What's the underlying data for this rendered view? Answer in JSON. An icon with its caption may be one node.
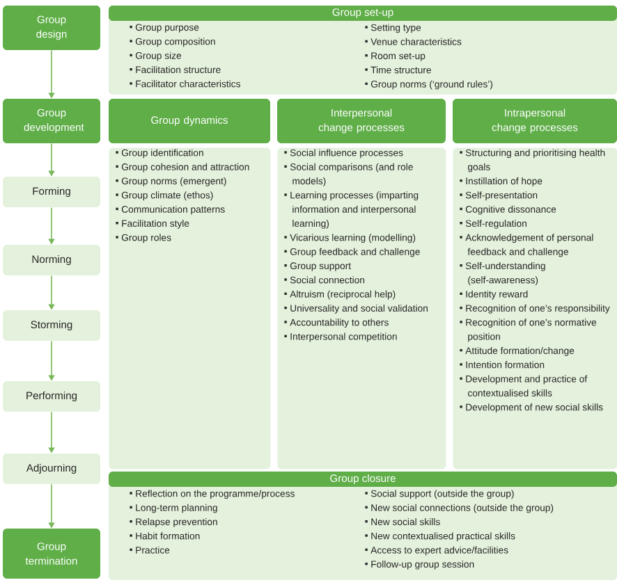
{
  "diagram": {
    "nodes": [
      {
        "text": [
          "Group design"
        ]
      },
      {
        "text": [
          "Group development"
        ]
      },
      {
        "text": [
          "Forming"
        ]
      },
      {
        "text": [
          "Norming"
        ]
      },
      {
        "text": [
          "Storming"
        ]
      },
      {
        "text": [
          "Performing"
        ]
      },
      {
        "text": [
          "Adjourning"
        ]
      },
      {
        "text": [
          "Group termination"
        ]
      },
      {
        "text": [
          "Group set-up",
          "Group purpose",
          "Group composition",
          "Group size",
          "Facilitation structure",
          "Facilitator characteristics",
          "Setting type",
          "Venue characteristics",
          "Room set-up",
          "Time structure",
          "Group norms (‘ground rules’)"
        ]
      },
      {
        "text": [
          "Group dynamics"
        ]
      },
      {
        "text": [
          "Interpersonal change processes"
        ]
      },
      {
        "text": [
          "Intrapersonal change processes"
        ]
      },
      {
        "text": [
          "Group identification",
          "Group cohesion and attraction",
          "Group norms (emergent)",
          "Group climate (ethos)",
          "Communication patterns",
          "Facilitation style",
          "Group roles"
        ]
      },
      {
        "text": [
          "Social influence processes",
          "Social comparisons (and role models)",
          "Learning processes (imparting information and interpersonal learning)",
          "Vicarious learning (modelling)",
          "Group feedback and challenge",
          "Group support",
          "Social connection",
          "Altruism (reciprocal help)",
          "Universality and social validation",
          "Accountability to others",
          "Interpersonal competition"
        ]
      },
      {
        "text": [
          "Structuring and prioritising health goals",
          "Instillation of hope",
          "Self-presentation",
          "Cognitive dissonance",
          "Self-regulation",
          "Acknowledgement of personal feedback and challenge",
          "Self-understanding (self-awareness)",
          "Identity reward",
          "Recognition of one’s responsibility",
          "Recognition of one’s normative position",
          "Attitude formation/change",
          "Intention formation",
          "Development and practice of contextualised skills",
          "Development of new social skills"
        ]
      },
      {
        "text": [
          "Group closure",
          "Reflection on the programme/process",
          "Long-term planning",
          "Relapse prevention",
          "Habit formation",
          "Practice",
          "Social support (outside the group)",
          "New social connections (outside the group)",
          "New social skills",
          "New contextualised practical skills",
          "Access to expert advice/facilities",
          "Follow-up group session"
        ]
      }
    ],
    "edges": [
      {
        "from": 0,
        "to": 1,
        "arrow": "to"
      },
      {
        "from": 1,
        "to": 2,
        "arrow": "to"
      },
      {
        "from": 2,
        "to": 3,
        "arrow": "to"
      },
      {
        "from": 3,
        "to": 4,
        "arrow": "to"
      },
      {
        "from": 4,
        "to": 5,
        "arrow": "to"
      },
      {
        "from": 5,
        "to": 6,
        "arrow": "to"
      },
      {
        "from": 6,
        "to": 7,
        "arrow": "to"
      }
    ]
  }
}
